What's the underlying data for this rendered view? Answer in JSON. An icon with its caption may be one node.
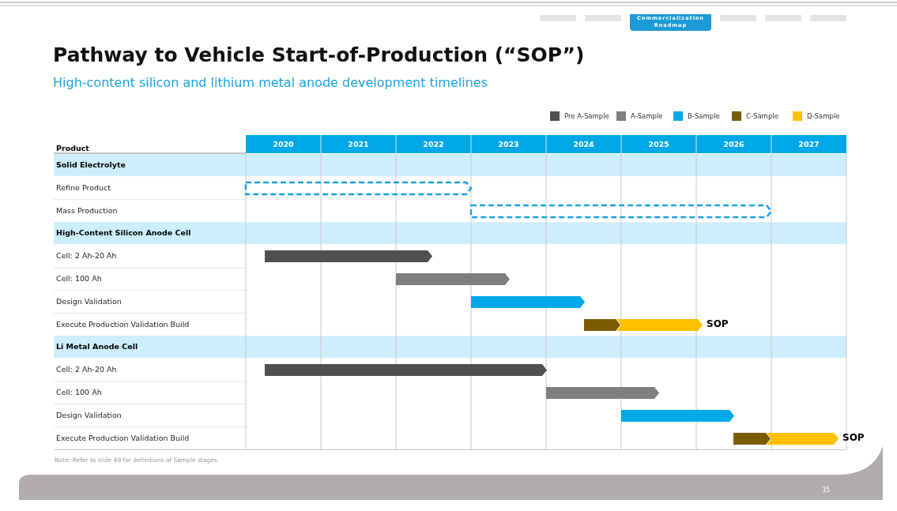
{
  "diagram": {
    "title": "Pathway to Vehicle Start-of-Production (“SOP”)",
    "nodes": [
      {
        "text": [],
        "shape": "bar"
      },
      {
        "text": [],
        "shape": "bar"
      },
      {
        "text": [],
        "shape": "bar"
      },
      {
        "text": [],
        "shape": "bar"
      },
      {
        "text": [],
        "shape": "bar"
      },
      {
        "text": [],
        "shape": "bar"
      },
      {
        "text": [],
        "shape": "bar",
        "beside": [
          "SOP"
        ]
      },
      {
        "text": [],
        "shape": "bar"
      },
      {
        "text": [],
        "shape": "bar"
      },
      {
        "text": [],
        "shape": "bar"
      },
      {
        "text": [],
        "shape": "bar"
      },
      {
        "text": [],
        "shape": "bar",
        "beside": [
          "SOP"
        ]
      }
    ],
    "labels": [
      "Commercialization Roadmap",
      "High-content silicon and lithium metal anode development timelines",
      "Product",
      "2020",
      "2021",
      "2022",
      "2023",
      "2024",
      "2025",
      "2026",
      "2027",
      "Solid Electrolyte",
      "Refine Product",
      "Mass Production",
      "High-Content Silicon Anode Cell",
      "Cell: 2 Ah-20 Ah",
      "Cell: 100 Ah",
      "Design Validation",
      "Execute Production Validation Build",
      "Li Metal Anode Cell",
      "Cell: 2 Ah-20 Ah",
      "Cell: 100 Ah",
      "Design Validation",
      "Execute Production Validation Build",
      "Note: Refer to slide 49 for definitions of Sample stages.",
      "35"
    ],
    "legend": [
      {
        "text": "Pre A-Sample",
        "color": "#505050"
      },
      {
        "text": "A-Sample",
        "color": "#7f7f7f"
      },
      {
        "text": "B-Sample",
        "color": "#00a8e8"
      },
      {
        "text": "C-Sample",
        "color": "#7a5c00"
      },
      {
        "text": "D-Sample",
        "color": "#ffc000"
      }
    ]
  }
}
